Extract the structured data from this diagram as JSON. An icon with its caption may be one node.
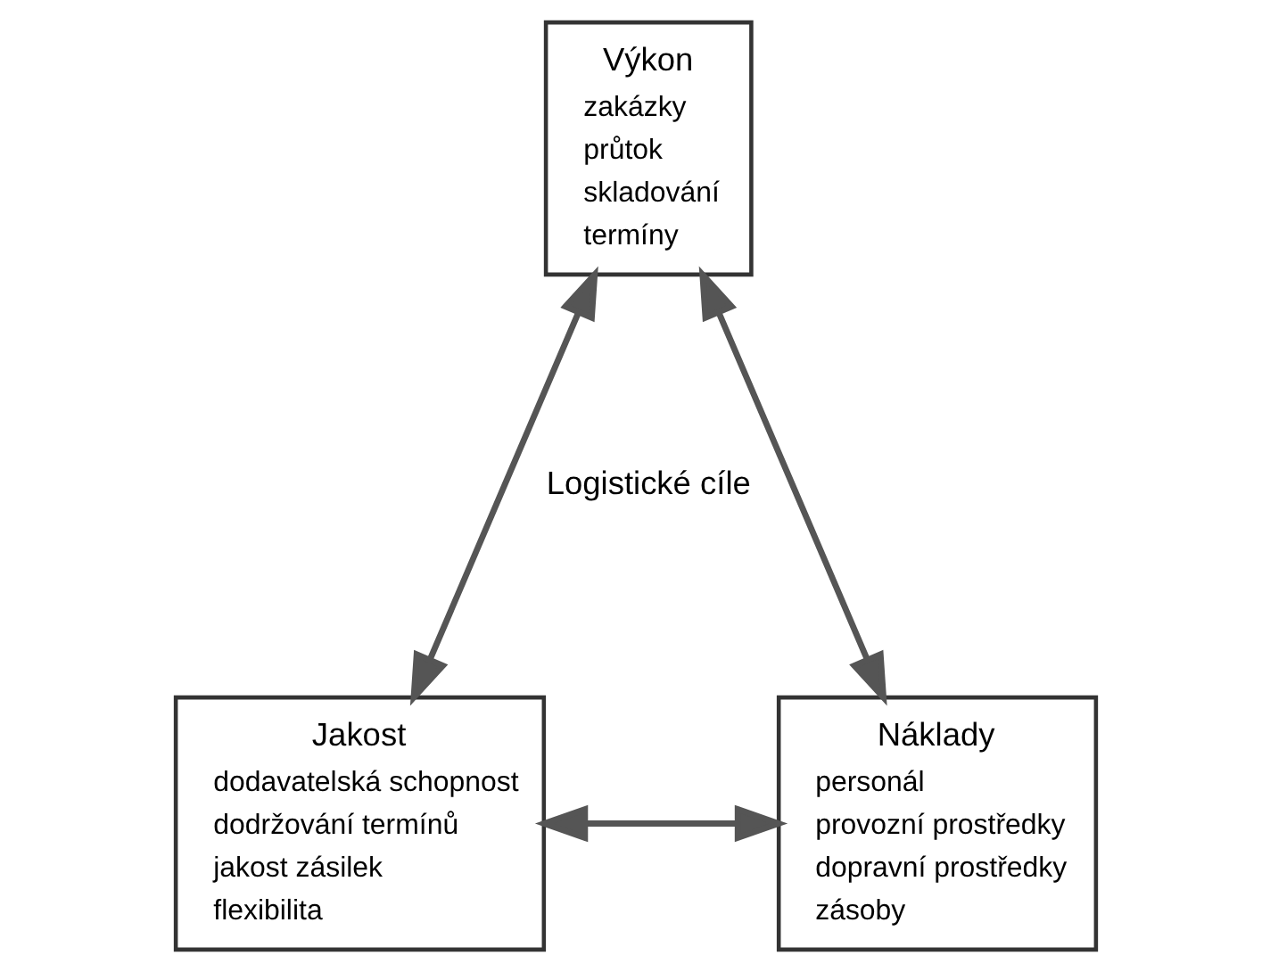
{
  "diagram": {
    "nodes": [
      {
        "text": [
          "Výkon",
          "zakázky",
          "průtok",
          "skladování",
          "termíny"
        ]
      },
      {
        "text": [
          "Jakost",
          "dodavatelská schopnost",
          "dodržování termínů",
          "jakost zásilek",
          "flexibilita"
        ]
      },
      {
        "text": [
          "Náklady",
          "personál",
          "provozní prostředky",
          "dopravní prostředky",
          "zásoby"
        ]
      }
    ],
    "edges": [
      {
        "from": 0,
        "to": 1,
        "arrow": "both"
      },
      {
        "from": 0,
        "to": 2,
        "arrow": "both"
      },
      {
        "from": 1,
        "to": 2,
        "arrow": "both"
      }
    ],
    "labels": [
      "Logistické cíle"
    ]
  }
}
